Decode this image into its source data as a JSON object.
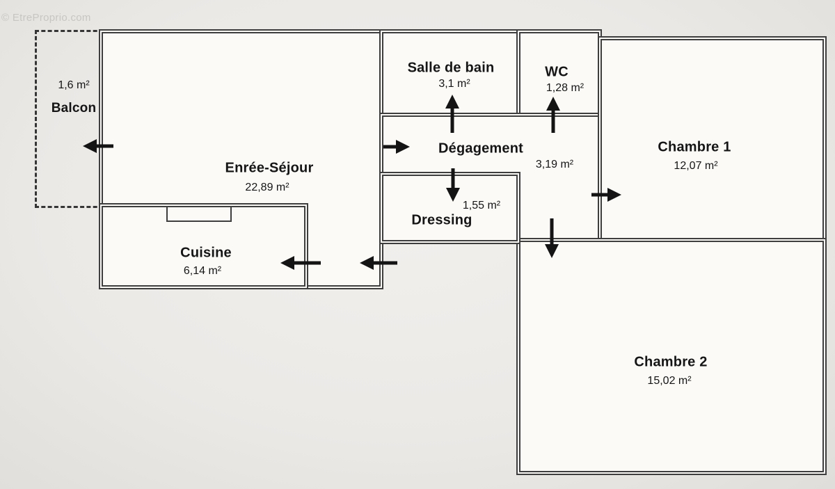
{
  "watermark": "© EtreProprio.com",
  "plan": {
    "rooms": {
      "balcon": {
        "name": "Balcon",
        "area": "1,6 m²"
      },
      "sejour": {
        "name": "Enrée-Séjour",
        "area": "22,89 m²"
      },
      "cuisine": {
        "name": "Cuisine",
        "area": "6,14 m²"
      },
      "salle_de_bain": {
        "name": "Salle de bain",
        "area": "3,1 m²"
      },
      "wc": {
        "name": "WC",
        "area": "1,28 m²"
      },
      "degagement": {
        "name": "Dégagement",
        "area": "3,19 m²"
      },
      "dressing": {
        "name": "Dressing",
        "area": "1,55 m²"
      },
      "chambre1": {
        "name": "Chambre 1",
        "area": "12,07 m²"
      },
      "chambre2": {
        "name": "Chambre 2",
        "area": "15,02 m²"
      }
    },
    "colors": {
      "wall": "#3e3e3e",
      "room_fill": "#fbfaf7",
      "background": "#ebe9e6",
      "arrow": "#141414",
      "watermark": "#c7c6c3"
    }
  }
}
